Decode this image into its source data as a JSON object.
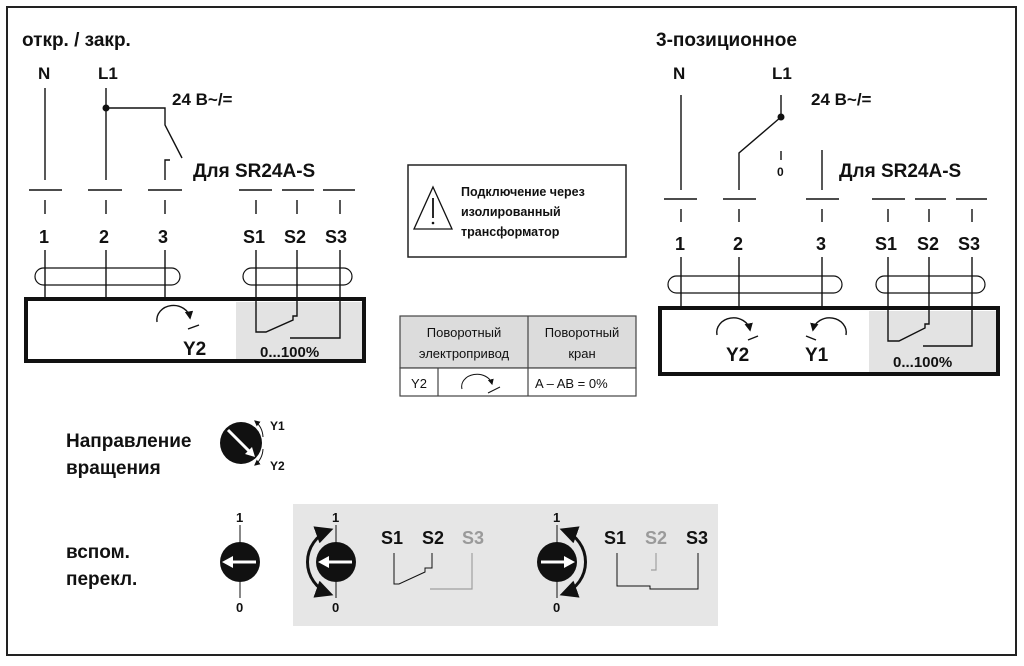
{
  "left_section": {
    "title": "откр. / закр.",
    "supply_labels": {
      "neutral": "N",
      "line": "L1"
    },
    "voltage": "24 В~/=",
    "model_note": "Для SR24A-S",
    "terminals": [
      "1",
      "2",
      "3"
    ],
    "aux_terminals": [
      "S1",
      "S2",
      "S3"
    ],
    "direction_label": "Y2",
    "aux_range": "0...100%"
  },
  "right_section": {
    "title": "3-позиционное",
    "supply_labels": {
      "neutral": "N",
      "line": "L1"
    },
    "voltage": "24 В~/=",
    "switch_zero": "0",
    "model_note": "Для SR24A-S",
    "terminals": [
      "1",
      "2",
      "3"
    ],
    "aux_terminals": [
      "S1",
      "S2",
      "S3"
    ],
    "direction_labels": [
      "Y2",
      "Y1"
    ],
    "aux_range": "0...100%"
  },
  "warning_note": {
    "icon": "warning-triangle-icon",
    "lines": [
      "Подключение через",
      "изолированный",
      "трансформатор"
    ]
  },
  "rotation_table": {
    "headers": [
      [
        "Поворотный",
        "электропривод"
      ],
      [
        "Поворотный",
        "кран"
      ]
    ],
    "rows": [
      {
        "signal": "Y2",
        "icon": "clockwise-arrow-icon",
        "result": "A – AB = 0%"
      }
    ]
  },
  "rotation_direction": {
    "label_lines": [
      "Направление",
      "вращения"
    ],
    "marks": [
      "Y1",
      "Y2"
    ]
  },
  "aux_switch": {
    "label_lines": [
      "вспом.",
      "перекл."
    ],
    "scale": {
      "top": "1",
      "bottom": "0"
    },
    "states": [
      {
        "active": [
          "S1",
          "S2"
        ],
        "inactive": [
          "S3"
        ],
        "labels": [
          "S1",
          "S2",
          "S3"
        ]
      },
      {
        "active": [
          "S1",
          "S3"
        ],
        "inactive": [
          "S2"
        ],
        "labels": [
          "S1",
          "S2",
          "S3"
        ]
      }
    ]
  }
}
